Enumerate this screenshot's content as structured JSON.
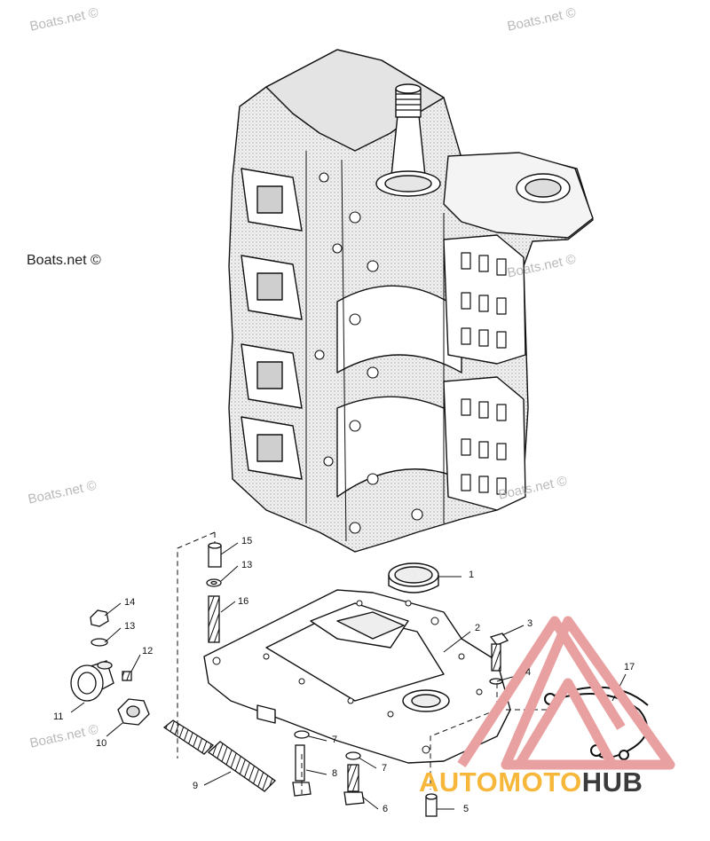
{
  "watermarks": {
    "text": "Boats.net ©",
    "plain_text": "Boats.net ©"
  },
  "callouts": [
    "1",
    "2",
    "3",
    "4",
    "5",
    "6",
    "7",
    "7",
    "8",
    "9",
    "10",
    "11",
    "12",
    "13",
    "13",
    "14",
    "15",
    "16",
    "17"
  ],
  "brand": {
    "part1": "AUTOMOTO",
    "part2": "HUB",
    "color_part1": "#f6b73a",
    "color_part2": "#3b3b3b",
    "logo_color": "#e8a0a0"
  }
}
